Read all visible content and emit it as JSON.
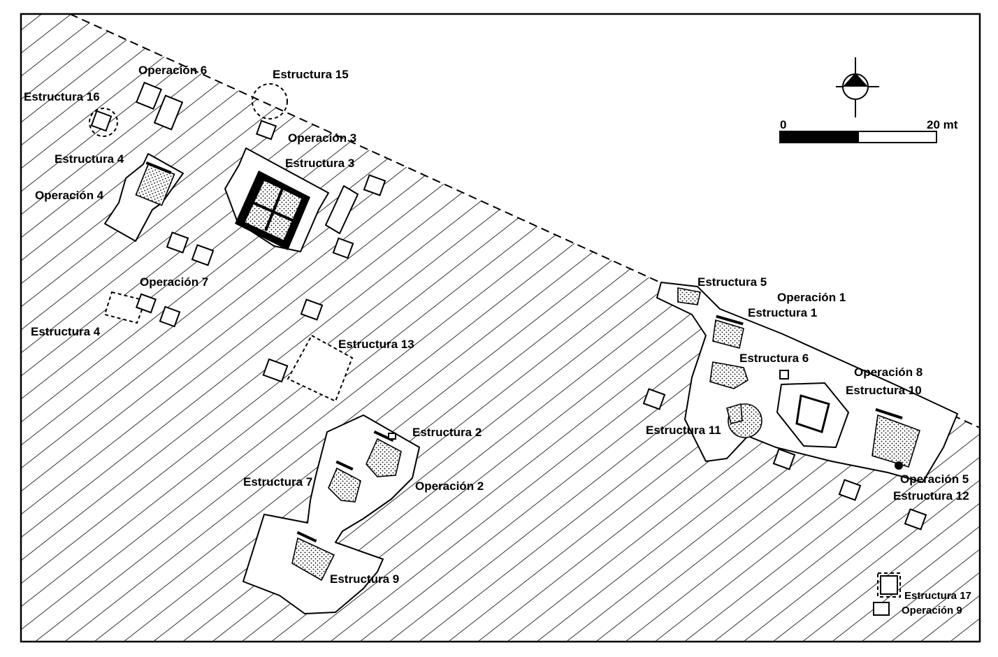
{
  "map": {
    "north_arrow": {
      "icon": "north-arrow-icon"
    },
    "scale_bar": {
      "start_label": "0",
      "end_label": "20 mt"
    },
    "labels": {
      "operacion_6": "Operación 6",
      "estructura_15": "Estructura 15",
      "estructura_16": "Estructura 16",
      "operacion_3": "Operación 3",
      "estructura_4_north": "Estructura 4",
      "estructura_3": "Estructura 3",
      "operacion_4": "Operación 4",
      "operacion_7": "Operación 7",
      "estructura_4_south": "Estructura 4",
      "estructura_13": "Estructura 13",
      "estructura_2": "Estructura 2",
      "estructura_7": "Estructura 7",
      "operacion_2": "Operación 2",
      "estructura_9": "Estructura 9",
      "estructura_5": "Estructura 5",
      "operacion_1": "Operación 1",
      "estructura_1": "Estructura 1",
      "estructura_6": "Estructura 6",
      "operacion_8": "Operación 8",
      "estructura_10": "Estructura 10",
      "estructura_11": "Estructura 11",
      "operacion_5": "Operación 5",
      "estructura_12": "Estructura 12",
      "estructura_17": "Estructura 17",
      "operacion_9": "Operación 9"
    }
  }
}
